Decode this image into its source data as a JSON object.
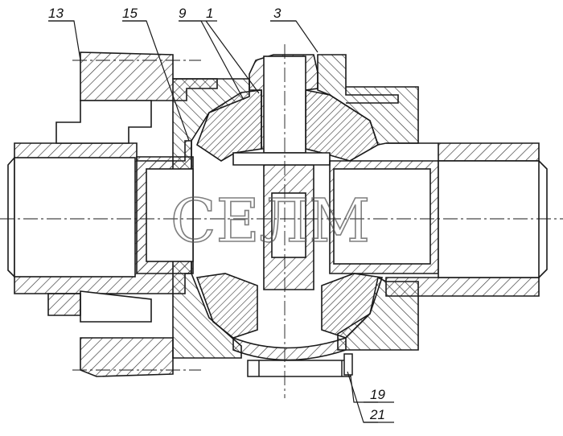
{
  "drawing": {
    "callouts": [
      {
        "id": "c13",
        "label": "13"
      },
      {
        "id": "c15",
        "label": "15"
      },
      {
        "id": "c9",
        "label": "9"
      },
      {
        "id": "c1",
        "label": "1"
      },
      {
        "id": "c3",
        "label": "3"
      },
      {
        "id": "c19",
        "label": "19"
      },
      {
        "id": "c21",
        "label": "21"
      }
    ],
    "watermark": "СЕЛМ"
  },
  "colors": {
    "line": "#1a1a1a",
    "hatch": "#333333",
    "background": "#ffffff"
  }
}
